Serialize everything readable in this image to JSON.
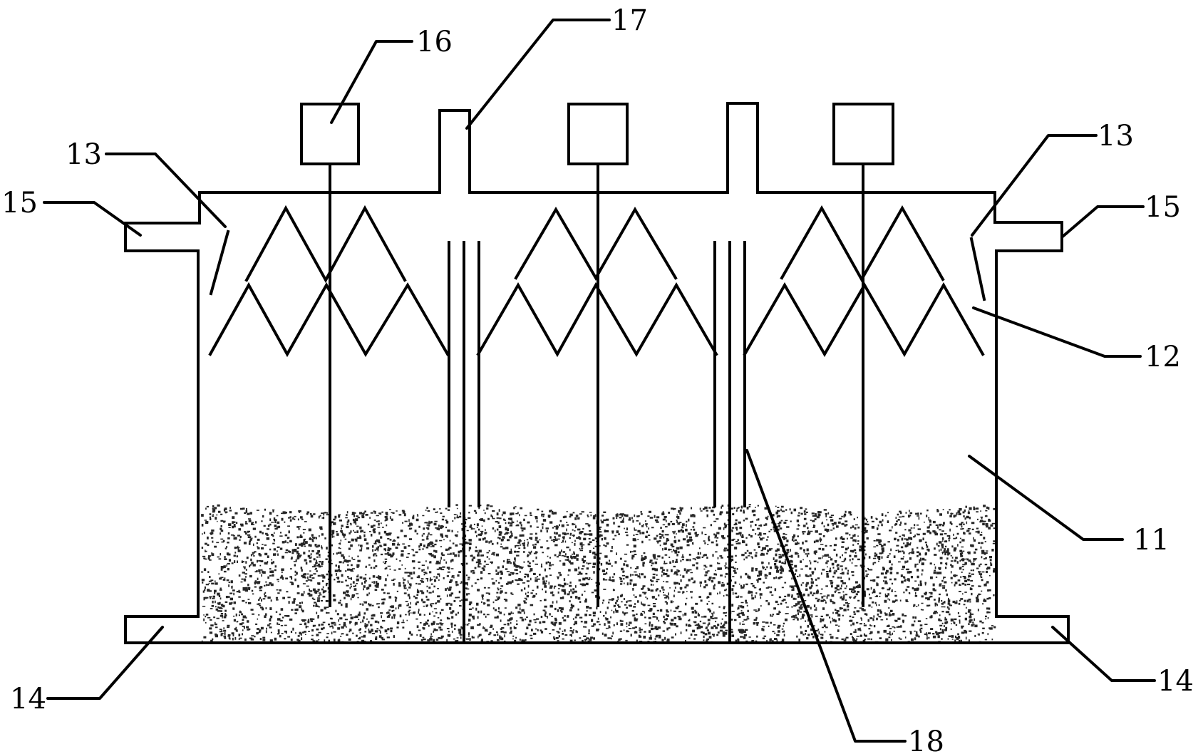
{
  "labels": {
    "l11": "11",
    "l12": "12",
    "l13a": "13",
    "l13b": "13",
    "l14a": "14",
    "l14b": "14",
    "l15a": "15",
    "l15b": "15",
    "l16": "16",
    "l17": "17",
    "l18": "18"
  },
  "colors": {
    "ink": "#000000",
    "background": "#ffffff"
  }
}
